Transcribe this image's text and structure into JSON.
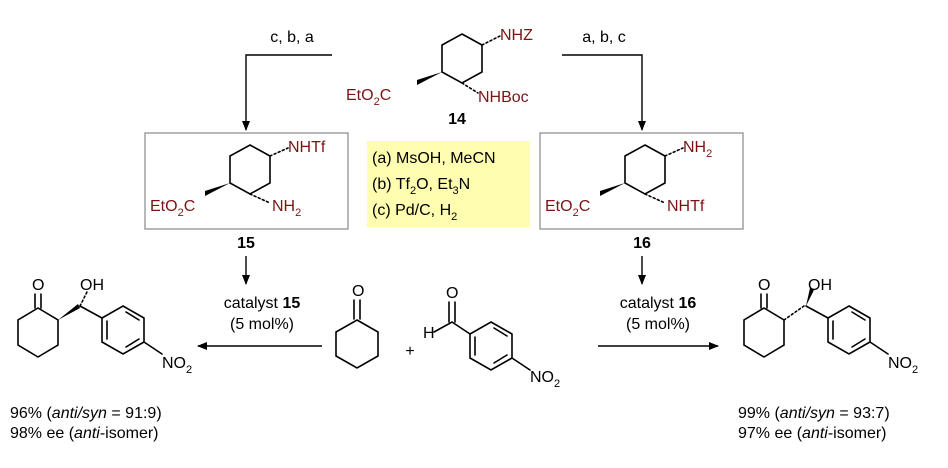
{
  "starting_material": {
    "sub_top": "NHZ",
    "sub_bottom": "NHBoc",
    "ester": "EtO",
    "ester_sub": "2",
    "ester_tail": "C",
    "label": "14"
  },
  "route_left": "c, b, a",
  "route_right": "a, b, c",
  "compound_15": {
    "sub_top": "NHTf",
    "sub_bottom": "NH",
    "sub_bottom_sub": "2",
    "ester": "EtO",
    "ester_sub": "2",
    "ester_tail": "C",
    "label": "15"
  },
  "compound_16": {
    "sub_top": "NH",
    "sub_top_sub": "2",
    "sub_bottom": "NHTf",
    "ester": "EtO",
    "ester_sub": "2",
    "ester_tail": "C",
    "label": "16"
  },
  "reagents": {
    "a": "(a) MsOH, MeCN",
    "b_pre": "(b) Tf",
    "b_sub1": "2",
    "b_mid": "O, Et",
    "b_sub2": "3",
    "b_post": "N",
    "c_pre": "(c) Pd/C, H",
    "c_sub": "2",
    "highlight_color": "#fffdb0"
  },
  "reaction": {
    "plus": "+",
    "aldehyde_h": "H",
    "aldehyde_o": "O",
    "ketone_o": "O",
    "nitro": "NO",
    "nitro_sub": "2"
  },
  "left_conditions": {
    "pre": "catalyst ",
    "cat": "15",
    "load": "(5 mol%)"
  },
  "right_conditions": {
    "pre": "catalyst ",
    "cat": "16",
    "load": "(5 mol%)"
  },
  "product_left": {
    "o": "O",
    "oh": "OH",
    "nitro": "NO",
    "nitro_sub": "2",
    "yield_pre": "96% (",
    "yield_it": "anti/syn",
    "yield_post": " = 91:9)",
    "ee_pre": "98% ee (",
    "ee_it": "anti",
    "ee_post": "-isomer)"
  },
  "product_right": {
    "o": "O",
    "oh": "OH",
    "nitro": "NO",
    "nitro_sub": "2",
    "yield_pre": "99% (",
    "yield_it": "anti/syn",
    "yield_post": " = 93:7)",
    "ee_pre": "97% ee (",
    "ee_it": "anti",
    "ee_post": "-isomer)"
  }
}
